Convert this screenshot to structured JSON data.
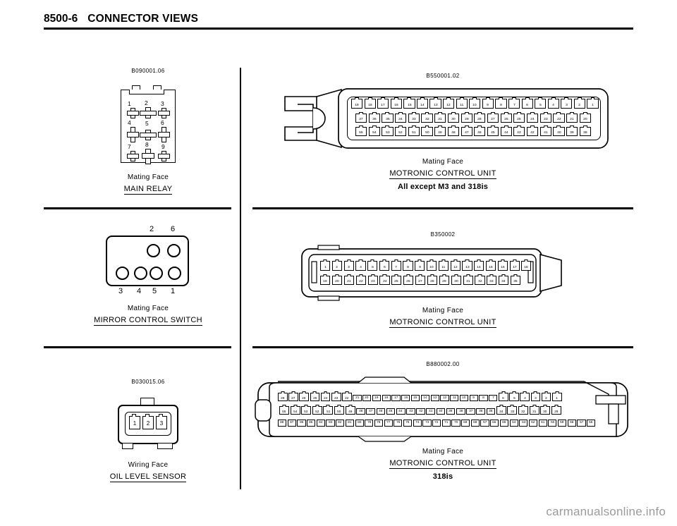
{
  "header": {
    "page_number": "8500-6",
    "title": "CONNECTOR VIEWS"
  },
  "watermark": "carmanualsonline.info",
  "connectors": {
    "main_relay": {
      "code": "B090001.06",
      "face": "Mating Face",
      "name": "MAIN RELAY",
      "pins": [
        "1",
        "2",
        "3",
        "4",
        "5",
        "6",
        "7",
        "8",
        "9"
      ]
    },
    "mirror_switch": {
      "face": "Mating Face",
      "name": "MIRROR CONTROL SWITCH",
      "top_pins": [
        "2",
        "6"
      ],
      "bottom_pins": [
        "3",
        "4",
        "5",
        "1"
      ]
    },
    "oil_level_sensor": {
      "code": "B030015.06",
      "face": "Wiring Face",
      "name": "OIL LEVEL SENSOR",
      "pins": [
        "1",
        "2",
        "3"
      ]
    },
    "motronic_main": {
      "code": "B550001.02",
      "face": "Mating Face",
      "name": "MOTRONIC CONTROL UNIT",
      "variant": "All except M3 and 318is",
      "rows": [
        [
          "19",
          "18",
          "17",
          "16",
          "15",
          "14",
          "13",
          "12",
          "11",
          "10",
          "9",
          "8",
          "7",
          "6",
          "5",
          "4",
          "3",
          "2",
          "1"
        ],
        [
          "37",
          "36",
          "35",
          "34",
          "33",
          "32",
          "31",
          "30",
          "29",
          "28",
          "27",
          "26",
          "25",
          "24",
          "23",
          "22",
          "21",
          "20"
        ],
        [
          "55",
          "54",
          "53",
          "52",
          "51",
          "50",
          "49",
          "48",
          "47",
          "46",
          "45",
          "44",
          "43",
          "42",
          "41",
          "40",
          "39",
          "38"
        ]
      ]
    },
    "motronic_second": {
      "code": "B350002",
      "face": "Mating Face",
      "name": "MOTRONIC CONTROL UNIT",
      "rows": [
        [
          "1",
          "2",
          "3",
          "4",
          "5",
          "6",
          "7",
          "8",
          "9",
          "10",
          "11",
          "12",
          "13",
          "14",
          "15",
          "16",
          "17",
          "18"
        ],
        [
          "19",
          "20",
          "21",
          "22",
          "23",
          "24",
          "25",
          "26",
          "27",
          "28",
          "29",
          "30",
          "31",
          "32",
          "33",
          "34",
          "35"
        ]
      ]
    },
    "motronic_318is": {
      "code": "B880002.00",
      "face": "Mating Face",
      "name": "MOTRONIC CONTROL UNIT",
      "variant": "318is",
      "rows": [
        [
          "28",
          "27",
          "26",
          "25",
          "24",
          "23",
          "22",
          "21",
          "20",
          "19",
          "18",
          "17",
          "16",
          "15",
          "14",
          "13",
          "12",
          "11",
          "10",
          "9",
          "8",
          "7",
          "6",
          "5",
          "4",
          "3",
          "2",
          "1"
        ],
        [
          "55",
          "54",
          "53",
          "52",
          "51",
          "50",
          "49",
          "48",
          "47",
          "46",
          "45",
          "44",
          "43",
          "42",
          "41",
          "40",
          "39",
          "38",
          "37",
          "36",
          "35",
          "34",
          "33",
          "32",
          "31",
          "30",
          "29"
        ],
        [
          "88",
          "87",
          "86",
          "85",
          "84",
          "83",
          "82",
          "81",
          "80",
          "79",
          "78",
          "77",
          "76",
          "75",
          "74",
          "73",
          "72",
          "71",
          "70",
          "69",
          "68",
          "67",
          "66",
          "65",
          "64",
          "63",
          "62",
          "61",
          "60",
          "59",
          "58",
          "57",
          "56"
        ]
      ]
    }
  }
}
